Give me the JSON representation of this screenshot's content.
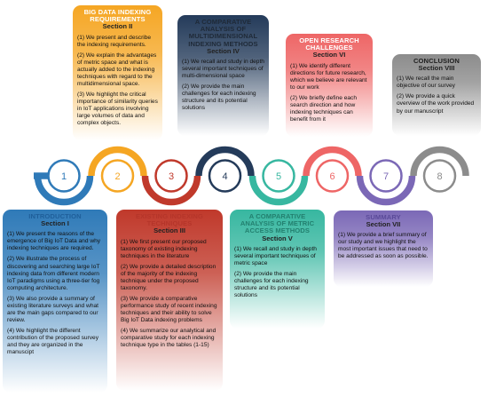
{
  "cards": [
    {
      "id": "card-2",
      "title": "BIG DATA INDEXING REQUIREMENTS",
      "section": "Section II",
      "color": "#f5a623",
      "titleColor": "#ffffff",
      "items": [
        "(1) We present and describe the indexing requirements.",
        "(2) We explain the advantages of metric space and what is actually added to the indexing techniques with regard to the multidimensional space.",
        "(3) We highlight the critical importance of similarity queries in IoT applications involving large volumes of data and complex objects."
      ]
    },
    {
      "id": "card-4",
      "title": "A COMPARATIVE ANALYSIS OF MULTIDIMENSIONAL INDEXING METHODS",
      "section": "Section IV",
      "color": "#243b5a",
      "titleColor": "#1f2a38",
      "items": [
        "(1) We recall and study in depth several important techniques of multi-dimensional space",
        "(2) We provide the main challenges for each indexing structure and its potential solutions"
      ]
    },
    {
      "id": "card-6",
      "title": "OPEN RESEARCH CHALLENGES",
      "section": "Section VI",
      "color": "#ee6666",
      "titleColor": "#ffffff",
      "items": [
        "(1) We identify different directions for future research, which we believe are relevant to our work",
        "(2) We briefly define each search direction and how indexing techniques can benefit from it"
      ]
    },
    {
      "id": "card-8",
      "title": "CONCLUSION",
      "section": "Section VIII",
      "color": "#8c8c8c",
      "titleColor": "#1f1f1f",
      "items": [
        "(1) We recall the main objective of our survey",
        "(2) We provide a quick overview of the work provided by our manuscript"
      ]
    },
    {
      "id": "card-1",
      "title": "INTRODUCTION",
      "section": "Section I",
      "color": "#2f7ab8",
      "titleColor": "#1f5f9a",
      "items": [
        "(1) We present the reasons of the emergence of Big IoT Data and why indexing techniques are required.",
        "(2) We illustrate the process of discovering and searching large IoT indexing data from different modern IoT paradigms using a three-tier fog computing architecture.",
        "(3) We also provide a summary of existing literature surveys and what are the main gaps compared to our review.",
        "(4) We highlight the different contribution of the proposed survey and they are organized in the manuscipt"
      ]
    },
    {
      "id": "card-3",
      "title": "EXISTING INDEXING TECHNIQUES",
      "section": "Section III",
      "color": "#c0392b",
      "titleColor": "#b5352a",
      "items": [
        "(1) We first present our proposed taxonomy of existing indexing techniques in the literature",
        "(2) We provide a detailed description of the majority of the indexing technique under the proposed taxonomy.",
        "(3) We provide a comparative performance study of recent indexing techniques and their ability to solve Big IoT Data indexing problems",
        "(4) We summarize our analytical and comparative study for each indexing technique type in the tables (1-15)"
      ]
    },
    {
      "id": "card-5",
      "title": "A COMPARATIVE ANALYSIS OF METRIC ACCESS METHODS",
      "section": "Section V",
      "color": "#37b7a0",
      "titleColor": "#23806f",
      "items": [
        "(1) We recall and study in depth several important techniques of metric space",
        "(2) We provide the main challenges for each indexing structure and its potential solutions"
      ]
    },
    {
      "id": "card-7",
      "title": "SUMMARY",
      "section": "Section VII",
      "color": "#7b68b6",
      "titleColor": "#5a4a99",
      "items": [
        "(1) We provide a brief summary of our study and we highlight the most important issues that need to be addressed as soon as possible."
      ]
    }
  ],
  "steps": [
    {
      "label": "1",
      "color": "#2f7ab8"
    },
    {
      "label": "2",
      "color": "#f5a623"
    },
    {
      "label": "3",
      "color": "#c0392b"
    },
    {
      "label": "4",
      "color": "#243b5a"
    },
    {
      "label": "5",
      "color": "#37b7a0"
    },
    {
      "label": "6",
      "color": "#ee6666"
    },
    {
      "label": "7",
      "color": "#7b68b6"
    },
    {
      "label": "8",
      "color": "#8c8c8c"
    }
  ]
}
